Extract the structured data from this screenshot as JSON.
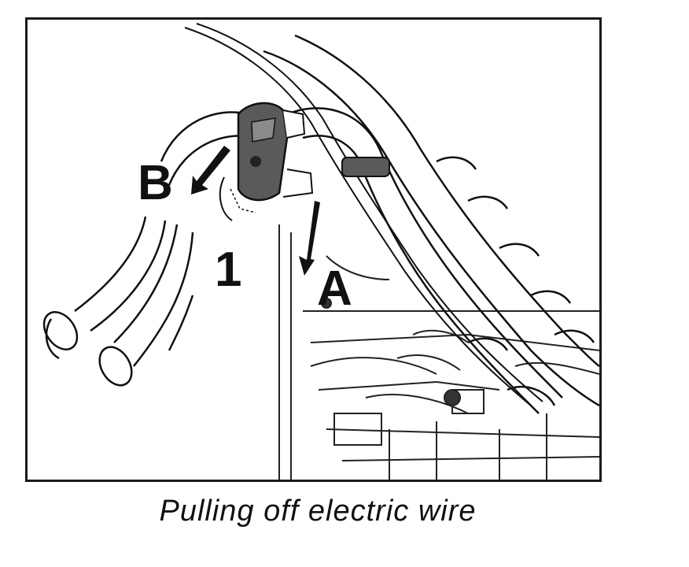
{
  "figure": {
    "labels": {
      "a": "A",
      "b": "B",
      "one": "1"
    },
    "caption": "Pulling off electric wire"
  },
  "colors": {
    "ink": "#111111",
    "connector": "#5a5a5a",
    "frame": "#1a1a1a",
    "background": "#ffffff"
  }
}
